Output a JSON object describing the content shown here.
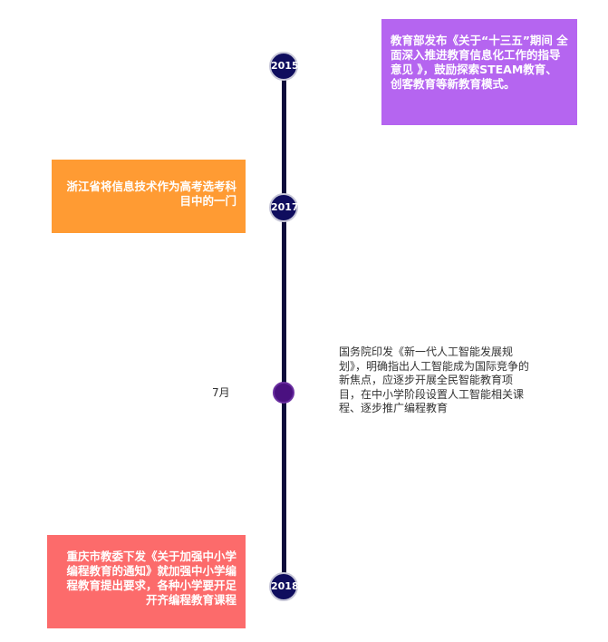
{
  "timeline": {
    "events": [
      {
        "year": "2015",
        "text": "教育部发布《关于“十三五”期间 全面深入推进教育信息化工作的指导意见 》，鼓励探索STEAM教育、创客教育等新教育模式。",
        "color": "#b565f0"
      },
      {
        "year": "2017",
        "text": "浙江省将信息技术作为高考选考科目中的一门",
        "color": "#ff9b33"
      },
      {
        "month": "7月",
        "text": "国务院印发《新一代人工智能发展规划》，明确指出人工智能成为国际竞争的新焦点，应逐步开展全民智能教育项目，在中小学阶段设置人工智能相关课程、逐步推广编程教育"
      },
      {
        "year": "2018",
        "text": "重庆市教委下发《关于加强中小学编程教育的通知》就加强中小学编程教育提出要求，各种小学要开足开齐编程教育课程",
        "color": "#fc6b6b"
      }
    ]
  }
}
